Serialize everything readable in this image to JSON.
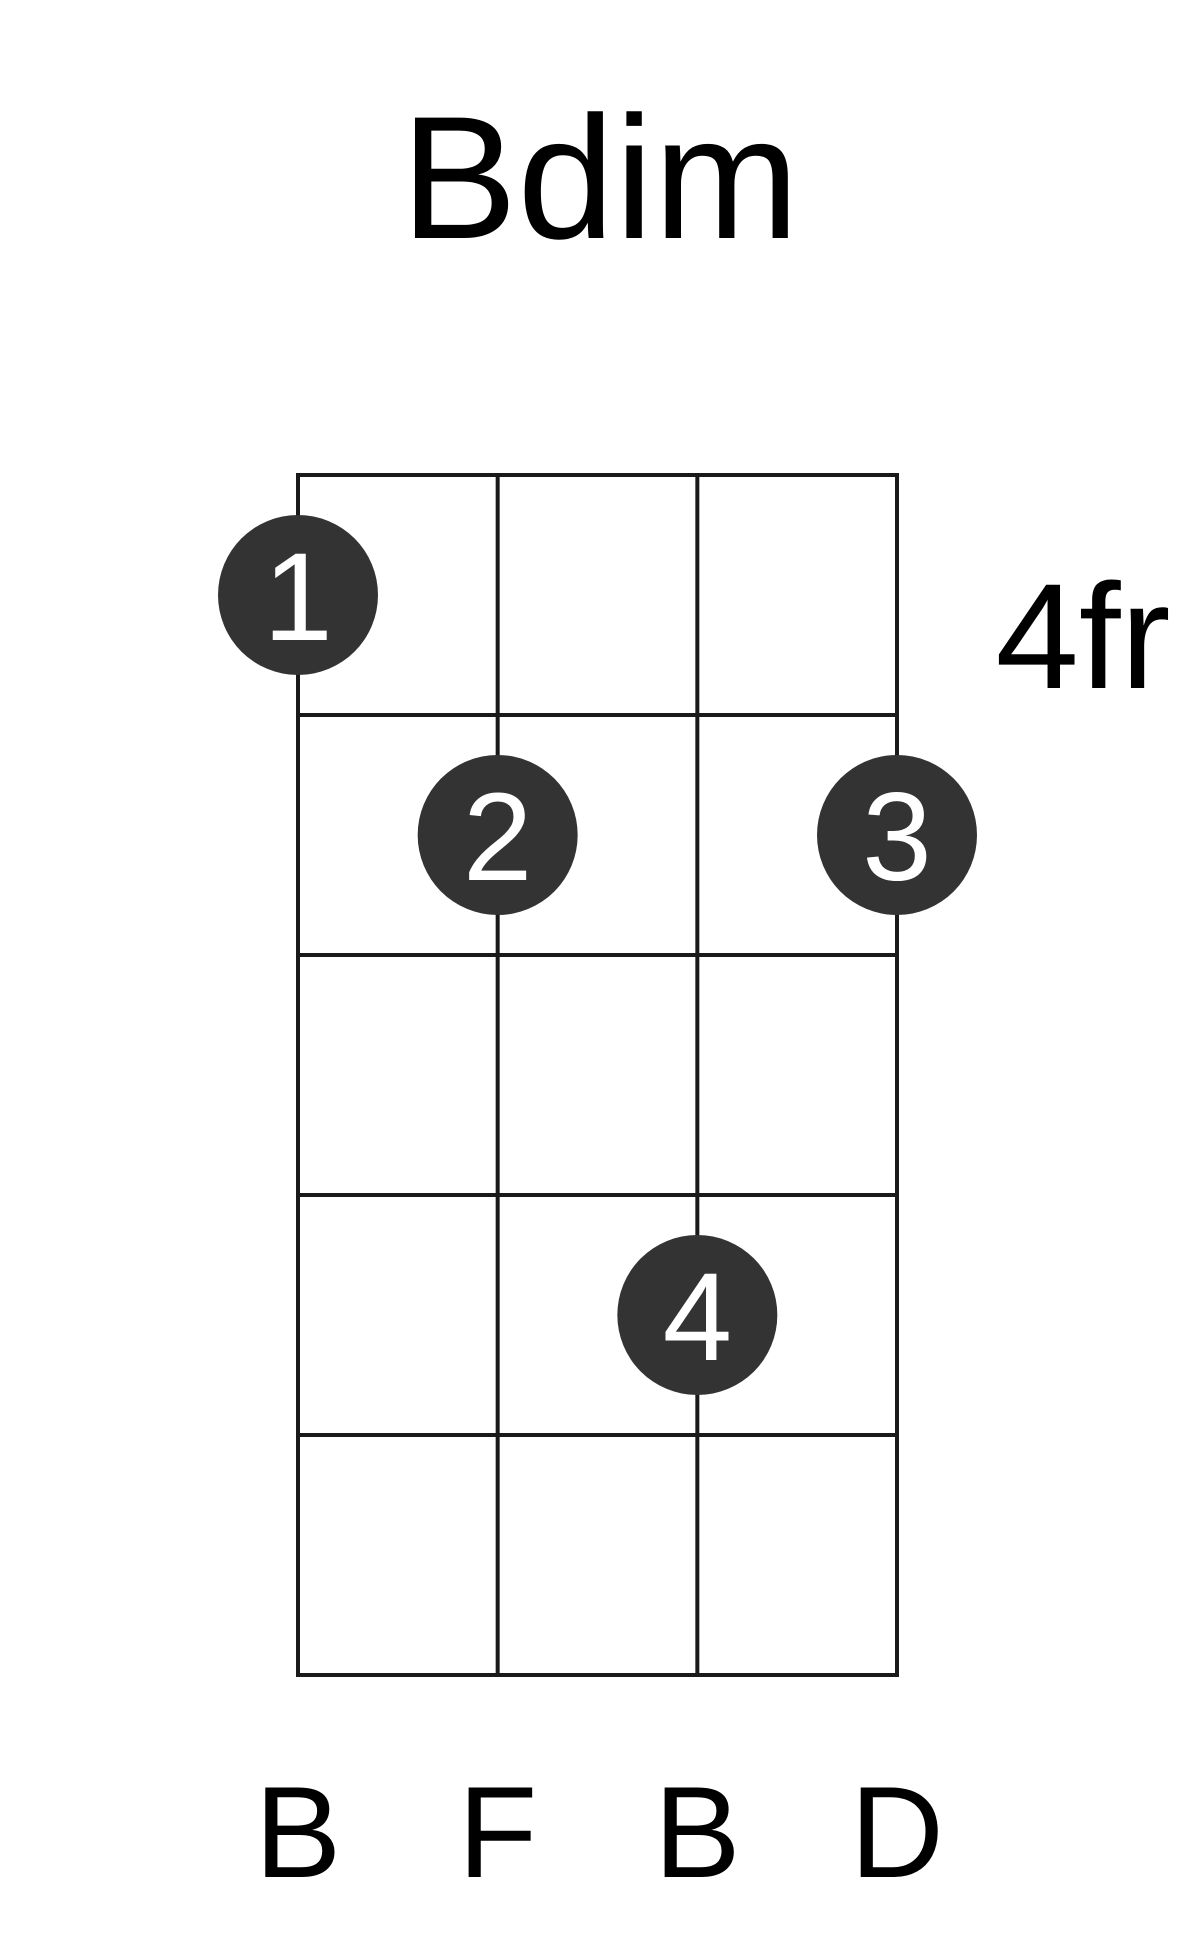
{
  "chord": {
    "name": "Bdim",
    "base_fret_label": "4fr"
  },
  "grid": {
    "string_count": 4,
    "fret_rows": 5
  },
  "strings": [
    {
      "note": "B"
    },
    {
      "note": "F"
    },
    {
      "note": "B"
    },
    {
      "note": "D"
    }
  ],
  "fingers": [
    {
      "label": "1",
      "string": 1,
      "fret": 1
    },
    {
      "label": "2",
      "string": 2,
      "fret": 2
    },
    {
      "label": "3",
      "string": 4,
      "fret": 2
    },
    {
      "label": "4",
      "string": 3,
      "fret": 4
    }
  ],
  "colors": {
    "lines": "#1a1a1a",
    "dot": "#333333",
    "dot_text": "#ffffff",
    "text": "#000000"
  }
}
